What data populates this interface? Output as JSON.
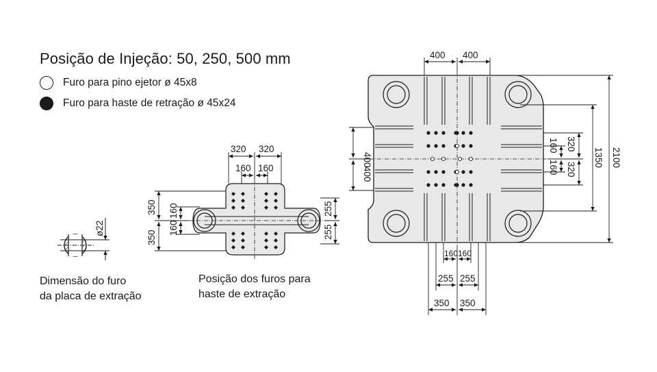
{
  "header": {
    "title": "Posição de Injeção: 50, 250, 500 mm"
  },
  "legend": {
    "items": [
      {
        "label": "Furo para pino ejetor ø 45x8",
        "symbol": "open-circle-icon"
      },
      {
        "label": "Furo para haste de retração ø 45x24",
        "symbol": "filled-circle-icon"
      }
    ]
  },
  "detail_hole": {
    "caption_line1": "Dimensão do furo",
    "caption_line2": "da placa de extração",
    "dim": "ø22"
  },
  "rod_holes": {
    "caption_line1": "Posição dos furos para",
    "caption_line2": "haste de extração",
    "dims": {
      "top_outer": [
        "320",
        "320"
      ],
      "top_inner": [
        "160",
        "160"
      ],
      "left_outer": [
        "350",
        "350"
      ],
      "left_inner": [
        "160",
        "160"
      ],
      "right": [
        "255",
        "255"
      ]
    }
  },
  "platen": {
    "dims": {
      "top": [
        "400",
        "400"
      ],
      "left": [
        "400",
        "400"
      ],
      "right_inner": [
        "160",
        "160"
      ],
      "right_mid": [
        "320",
        "320"
      ],
      "right_1350": "1350",
      "right_2100": "2100",
      "bottom_160": [
        "160",
        "160"
      ],
      "bottom_255": [
        "255",
        "255"
      ],
      "bottom_350": [
        "350",
        "350"
      ]
    }
  },
  "colors": {
    "line": "#1a1a1a",
    "fill": "#e8e8e8"
  }
}
